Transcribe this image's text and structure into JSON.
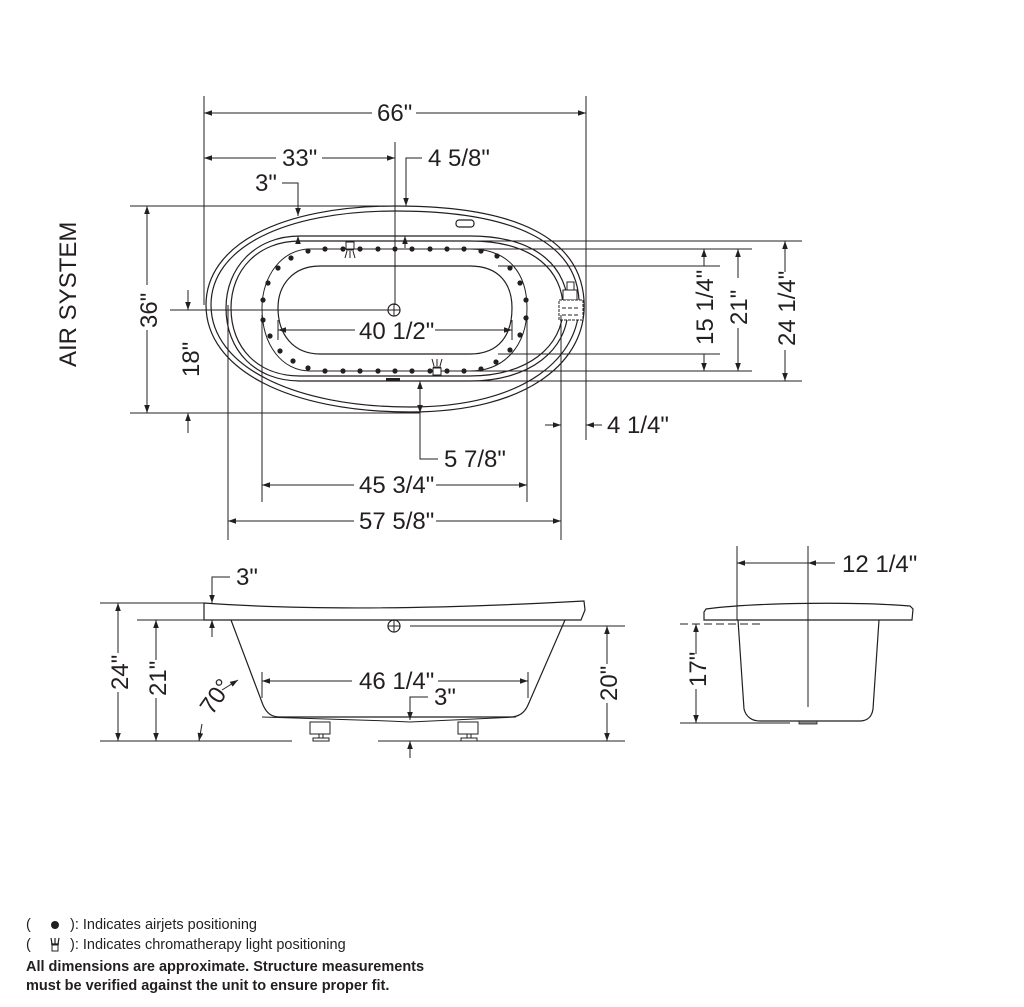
{
  "title": "AIR SYSTEM",
  "top_view": {
    "overall_length": "66\"",
    "half_length": "33\"",
    "drain_offset": "4 5/8\"",
    "rim_width_top": "3\"",
    "overall_width": "36\"",
    "half_width": "18\"",
    "floor_length": "40 1/2\"",
    "jet_ring_width": "15 1/4\"",
    "inner_width": "21\"",
    "basin_width": "24 1/4\"",
    "side_offset": "4 1/4\"",
    "front_offset": "5 7/8\"",
    "jet_ring_length": "45 3/4\"",
    "basin_length": "57 5/8\""
  },
  "side_view": {
    "rim_thickness": "3\"",
    "overall_height": "24\"",
    "inside_depth": "21\"",
    "wall_angle": "70°",
    "bottom_length": "46 1/4\"",
    "leveling_offset": "3\"",
    "overflow_height": "20\""
  },
  "end_view": {
    "center_offset": "12 1/4\"",
    "depth": "17\""
  },
  "legend": {
    "airjets": "): Indicates airjets positioning",
    "light": "): Indicates chromatherapy light positioning",
    "open_paren": "(",
    "note_line1": "All dimensions are approximate. Structure measurements",
    "note_line2": "must be verified against the unit to ensure proper fit."
  }
}
